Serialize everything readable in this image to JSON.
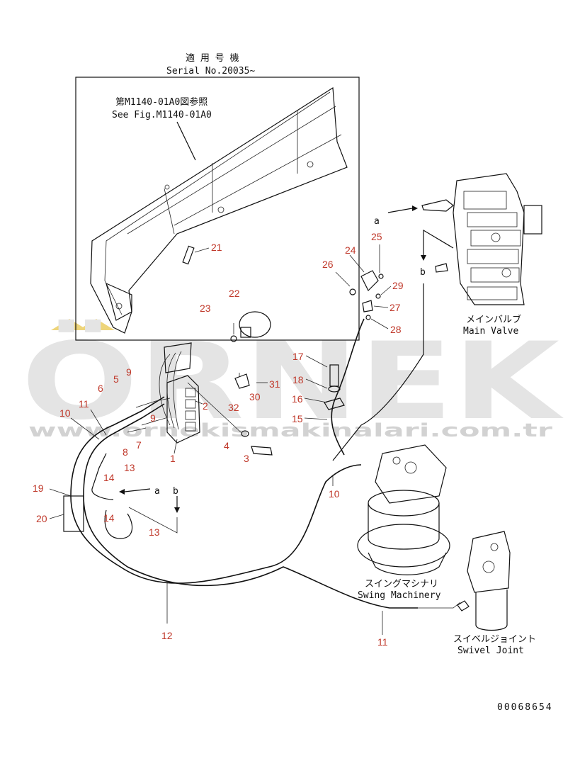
{
  "header": {
    "applicable_jp": "適 用 号 機",
    "serial": "Serial No.20035~"
  },
  "see_fig": {
    "jp": "第M1140-01A0図参照",
    "en": "See Fig.M1140-01A0"
  },
  "watermark": {
    "brand": "ÖRNEK",
    "url": "www.ornekismakinalari.com.tr"
  },
  "labels": {
    "main_valve_jp": "メインバルブ",
    "main_valve_en": "Main Valve",
    "swing_jp": "スイングマシナリ",
    "swing_en": "Swing Machinery",
    "swivel_jp": "スイベルジョイント",
    "swivel_en": "Swivel Joint",
    "a": "a",
    "b": "b"
  },
  "callouts": [
    "1",
    "2",
    "3",
    "4",
    "5",
    "6",
    "7",
    "8",
    "9",
    "9",
    "10",
    "10",
    "11",
    "11",
    "12",
    "13",
    "13",
    "14",
    "14",
    "15",
    "16",
    "17",
    "18",
    "19",
    "20",
    "21",
    "22",
    "23",
    "24",
    "25",
    "26",
    "27",
    "28",
    "29",
    "30",
    "31",
    "32"
  ],
  "doc_number": "00068654",
  "colors": {
    "callout": "#c0392b",
    "line": "#111111",
    "watermark": "#e6e6e6",
    "accent": "#e8c84a"
  }
}
